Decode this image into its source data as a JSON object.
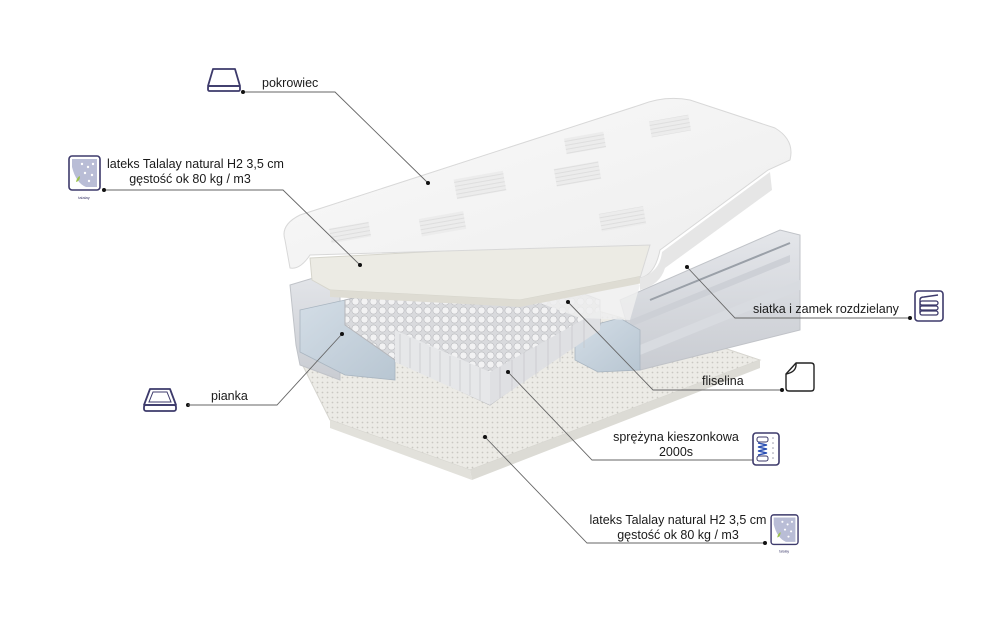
{
  "diagram": {
    "subject": "mattress cross-section",
    "accent_color": "#3d3a6b",
    "leader_color": "#555555",
    "layers": [
      {
        "id": "cover",
        "label": "pokrowiec",
        "icon": "mattress-cover-icon"
      },
      {
        "id": "latex-top",
        "label_line1": "lateks Talalay natural H2 3,5 cm",
        "label_line2": "gęstość ok 80 kg / m3",
        "icon": "latex-icon"
      },
      {
        "id": "mesh-zipper",
        "label": "siatka i zamek rozdzielany",
        "icon": "layers-zipper-icon"
      },
      {
        "id": "nonwoven",
        "label": "fliselina",
        "icon": "fabric-sheet-icon"
      },
      {
        "id": "foam",
        "label": "pianka",
        "icon": "foam-tray-icon"
      },
      {
        "id": "springs",
        "label_line1": "sprężyna kieszonkowa",
        "label_line2": "2000s",
        "icon": "pocket-spring-icon"
      },
      {
        "id": "latex-bottom",
        "label_line1": "lateks Talalay natural H2 3,5 cm",
        "label_line2": "gęstość ok 80 kg / m3",
        "icon": "latex-icon"
      }
    ]
  }
}
